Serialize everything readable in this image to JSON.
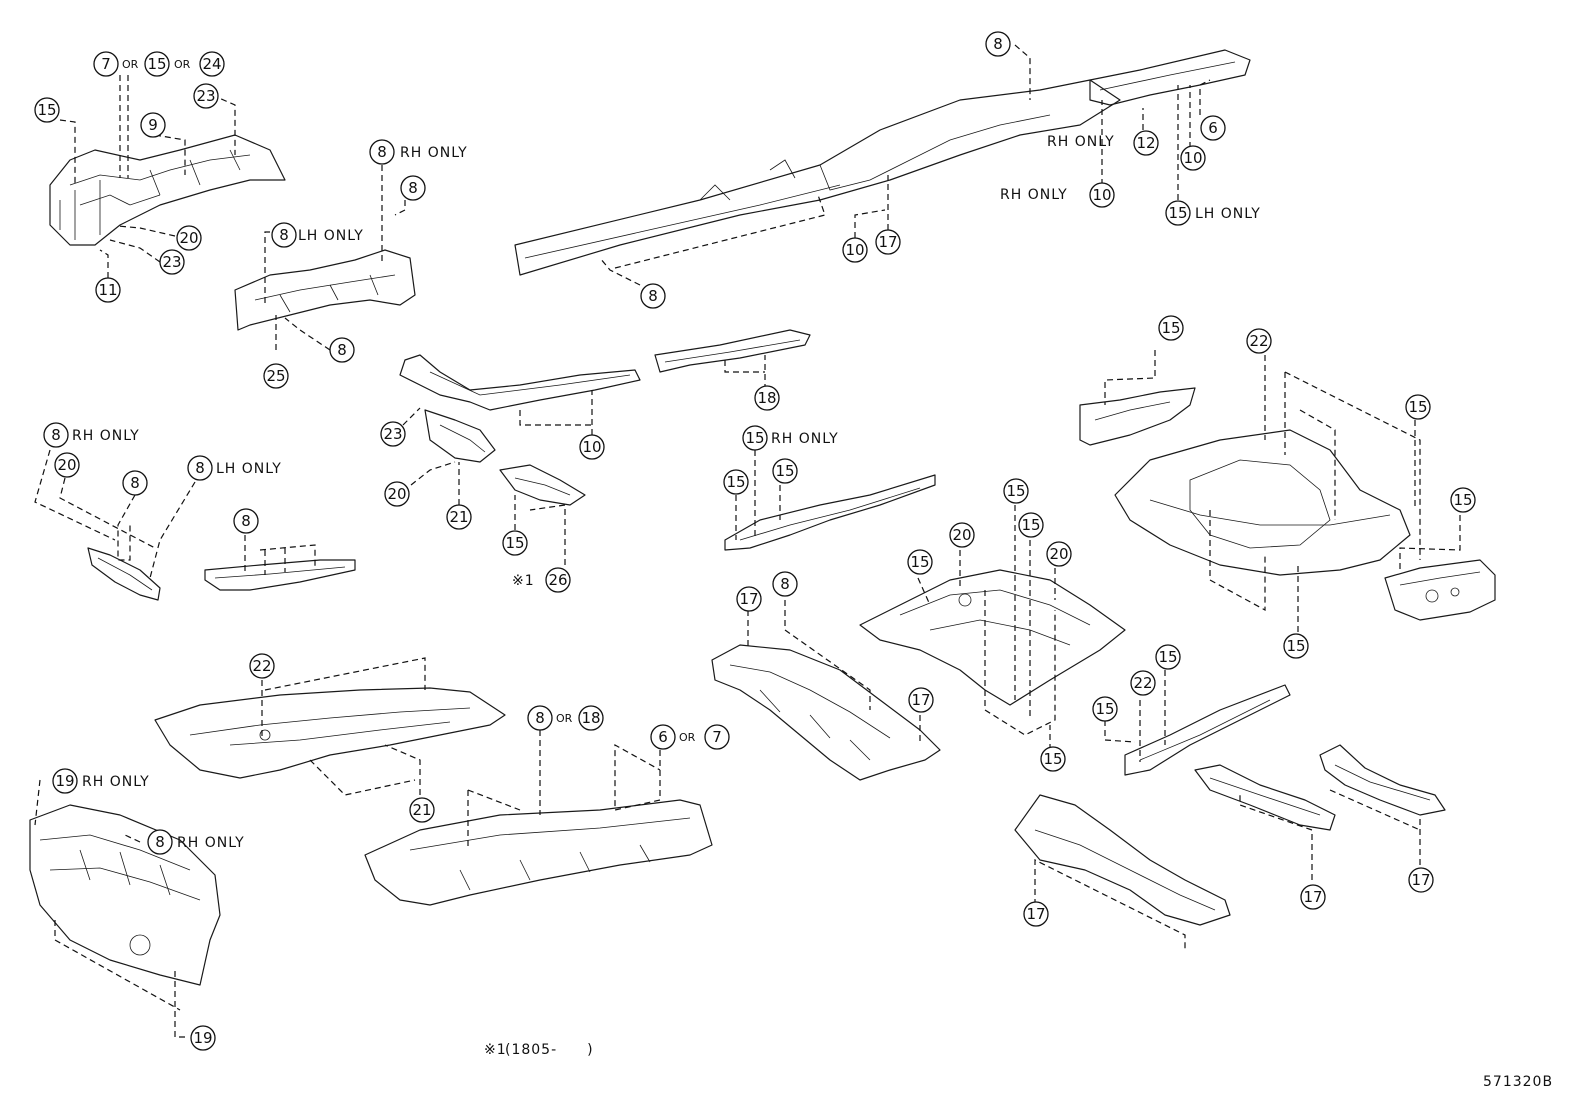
{
  "labels": {
    "rh_only": "RH ONLY",
    "lh_only": "LH ONLY",
    "or": "OR"
  },
  "callouts": [
    {
      "id": "c-7a",
      "text": "7"
    },
    {
      "id": "c-15a",
      "text": "15"
    },
    {
      "id": "c-24",
      "text": "24"
    },
    {
      "id": "c-15b",
      "text": "15"
    },
    {
      "id": "c-23a",
      "text": "23"
    },
    {
      "id": "c-9",
      "text": "9"
    },
    {
      "id": "c-20a",
      "text": "20"
    },
    {
      "id": "c-23b",
      "text": "23"
    },
    {
      "id": "c-11",
      "text": "11"
    },
    {
      "id": "c-8a",
      "text": "8"
    },
    {
      "id": "c-8b",
      "text": "8"
    },
    {
      "id": "c-8c",
      "text": "8"
    },
    {
      "id": "c-25",
      "text": "25"
    },
    {
      "id": "c-8d",
      "text": "8"
    },
    {
      "id": "c-8e",
      "text": "8"
    },
    {
      "id": "c-8f",
      "text": "8"
    },
    {
      "id": "c-12",
      "text": "12"
    },
    {
      "id": "c-6a",
      "text": "6"
    },
    {
      "id": "c-10a",
      "text": "10"
    },
    {
      "id": "c-10b",
      "text": "10"
    },
    {
      "id": "c-15c",
      "text": "15"
    },
    {
      "id": "c-10c",
      "text": "10"
    },
    {
      "id": "c-17a",
      "text": "17"
    },
    {
      "id": "c-23c",
      "text": "23"
    },
    {
      "id": "c-10d",
      "text": "10"
    },
    {
      "id": "c-18a",
      "text": "18"
    },
    {
      "id": "c-20b",
      "text": "20"
    },
    {
      "id": "c-21a",
      "text": "21"
    },
    {
      "id": "c-15d",
      "text": "15"
    },
    {
      "id": "c-26",
      "text": "26"
    },
    {
      "id": "c-8g",
      "text": "8"
    },
    {
      "id": "c-20c",
      "text": "20"
    },
    {
      "id": "c-8h",
      "text": "8"
    },
    {
      "id": "c-8i",
      "text": "8"
    },
    {
      "id": "c-8j",
      "text": "8"
    },
    {
      "id": "c-15e",
      "text": "15"
    },
    {
      "id": "c-15f",
      "text": "15"
    },
    {
      "id": "c-15g",
      "text": "15"
    },
    {
      "id": "c-15h",
      "text": "15"
    },
    {
      "id": "c-22a",
      "text": "22"
    },
    {
      "id": "c-15i",
      "text": "15"
    },
    {
      "id": "c-15j",
      "text": "15"
    },
    {
      "id": "c-15k",
      "text": "15"
    },
    {
      "id": "c-15l",
      "text": "15"
    },
    {
      "id": "c-20d",
      "text": "20"
    },
    {
      "id": "c-15m",
      "text": "15"
    },
    {
      "id": "c-20e",
      "text": "20"
    },
    {
      "id": "c-15n",
      "text": "15"
    },
    {
      "id": "c-17b",
      "text": "17"
    },
    {
      "id": "c-8k",
      "text": "8"
    },
    {
      "id": "c-17c",
      "text": "17"
    },
    {
      "id": "c-15o",
      "text": "15"
    },
    {
      "id": "c-22b",
      "text": "22"
    },
    {
      "id": "c-15p",
      "text": "15"
    },
    {
      "id": "c-15q",
      "text": "15"
    },
    {
      "id": "c-22c",
      "text": "22"
    },
    {
      "id": "c-21b",
      "text": "21"
    },
    {
      "id": "c-8l",
      "text": "8"
    },
    {
      "id": "c-18b",
      "text": "18"
    },
    {
      "id": "c-6b",
      "text": "6"
    },
    {
      "id": "c-7b",
      "text": "7"
    },
    {
      "id": "c-19a",
      "text": "19"
    },
    {
      "id": "c-8m",
      "text": "8"
    },
    {
      "id": "c-19b",
      "text": "19"
    },
    {
      "id": "c-17d",
      "text": "17"
    },
    {
      "id": "c-17e",
      "text": "17"
    },
    {
      "id": "c-17f",
      "text": "17"
    }
  ],
  "footnote": {
    "mark": "※1",
    "text": "(1805-　　)"
  },
  "mark_prefix": "※1",
  "diagram_code": "571320B"
}
